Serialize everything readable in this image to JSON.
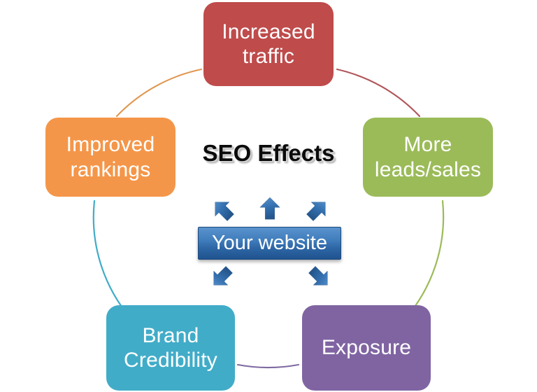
{
  "diagram": {
    "title": "SEO Effects",
    "center_node": {
      "label": "Your website",
      "color": "#3f7cbb",
      "border_color": "#1d4a7c"
    },
    "nodes": [
      {
        "id": "increased-traffic",
        "label": "Increased\ntraffic",
        "color": "#bf4b4b",
        "position": "top"
      },
      {
        "id": "more-leads",
        "label": "More\nleads/sales",
        "color": "#9bbb59",
        "position": "right-upper"
      },
      {
        "id": "exposure",
        "label": "Exposure",
        "color": "#8064a2",
        "position": "right-lower"
      },
      {
        "id": "brand-credibility",
        "label": "Brand\nCredibility",
        "color": "#41ACC8",
        "position": "left-lower"
      },
      {
        "id": "improved-rankings",
        "label": "Improved\nrankings",
        "color": "#F49649",
        "position": "left-upper"
      }
    ],
    "ring_arcs": [
      {
        "id": "arc-rankings-to-traffic",
        "color": "#e0974f"
      },
      {
        "id": "arc-traffic-to-leads",
        "color": "#b05459"
      },
      {
        "id": "arc-leads-to-exposure",
        "color": "#9bbb59"
      },
      {
        "id": "arc-exposure-to-brand",
        "color": "#7f6aa0"
      },
      {
        "id": "arc-brand-to-rankings",
        "color": "#41ACC8"
      }
    ],
    "arrows": [
      {
        "id": "arrow-up-left",
        "direction": "up-left",
        "color": "#2f6fad"
      },
      {
        "id": "arrow-up",
        "direction": "up",
        "color": "#2f6fad"
      },
      {
        "id": "arrow-up-right",
        "direction": "up-right",
        "color": "#2f6fad"
      },
      {
        "id": "arrow-down-left",
        "direction": "down-left",
        "color": "#2f6fad"
      },
      {
        "id": "arrow-down-right",
        "direction": "down-right",
        "color": "#2f6fad"
      }
    ],
    "background_color": "#ffffff"
  }
}
